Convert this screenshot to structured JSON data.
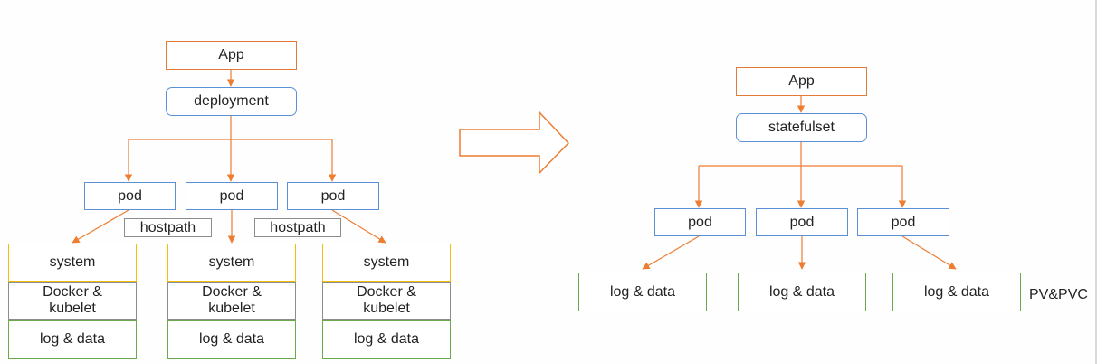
{
  "left": {
    "app": "App",
    "controller": "deployment",
    "pods": [
      "pod",
      "pod",
      "pod"
    ],
    "mounts": [
      "hostpath",
      "hostpath"
    ],
    "nodes": [
      {
        "system": "system",
        "runtime": "Docker &\nkubelet",
        "storage": "log & data"
      },
      {
        "system": "system",
        "runtime": "Docker &\nkubelet",
        "storage": "log & data"
      },
      {
        "system": "system",
        "runtime": "Docker &\nkubelet",
        "storage": "log & data"
      }
    ]
  },
  "right": {
    "app": "App",
    "controller": "statefulset",
    "pods": [
      "pod",
      "pod",
      "pod"
    ],
    "storage": [
      "log & data",
      "log & data",
      "log & data"
    ],
    "volume_label": "PV&PVC"
  },
  "colors": {
    "arrow": "#ed7d31",
    "app_border": "#e07b39",
    "controller_border": "#5b8fd6",
    "pod_border": "#5b8fd6",
    "system_border": "#f2c00a",
    "storage_border": "#6aaa4a",
    "hostpath_border": "#8c8c8c"
  }
}
